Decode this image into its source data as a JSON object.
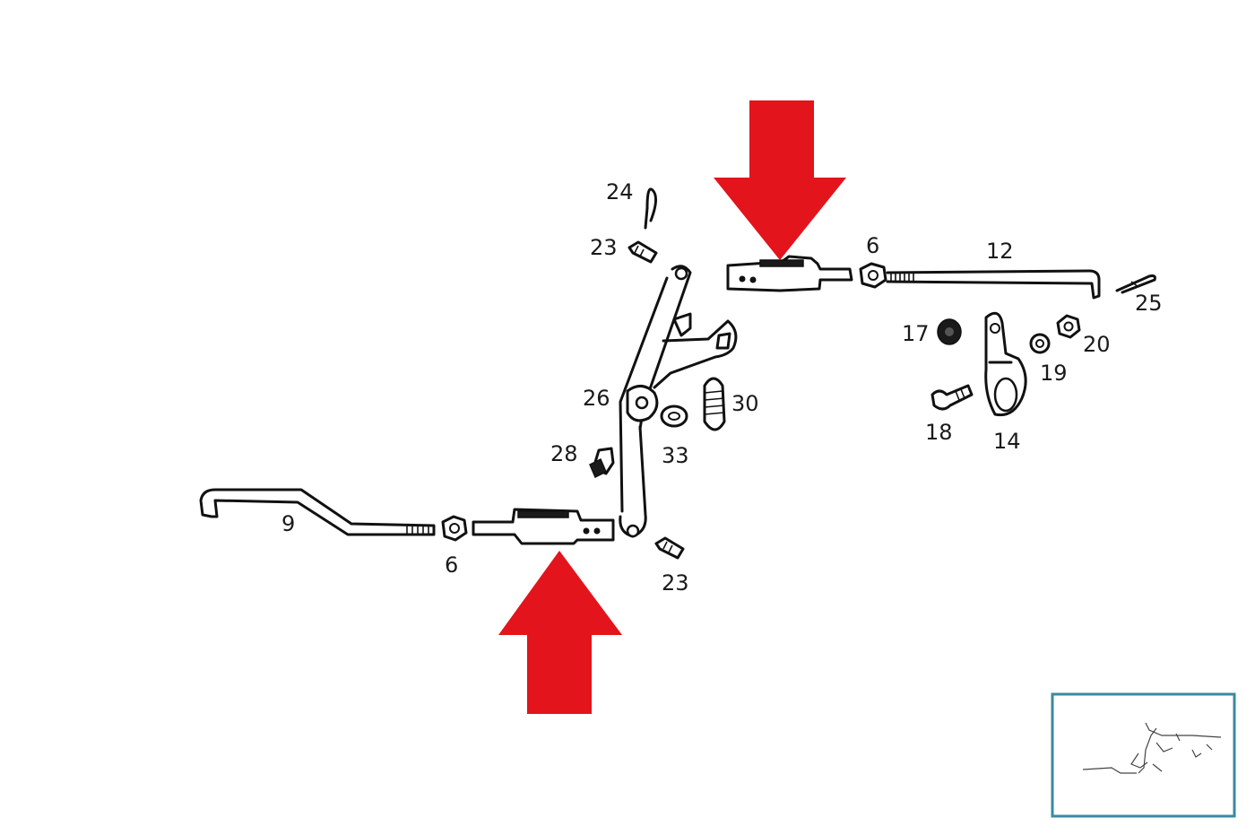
{
  "diagram": {
    "part_labels": {
      "p24": "24",
      "p23_top": "23",
      "p6_top": "6",
      "p12": "12",
      "p25": "25",
      "p17": "17",
      "p20": "20",
      "p19": "19",
      "p26": "26",
      "p30": "30",
      "p18": "18",
      "p14": "14",
      "p28": "28",
      "p33": "33",
      "p9": "9",
      "p6_bottom": "6",
      "p23_bottom": "23"
    },
    "highlight_color": "#e3141b",
    "arrows": [
      {
        "name": "top-arrow",
        "direction": "down"
      },
      {
        "name": "bottom-arrow",
        "direction": "up"
      }
    ],
    "thumbnail_border_color": "#3a8aa0"
  }
}
